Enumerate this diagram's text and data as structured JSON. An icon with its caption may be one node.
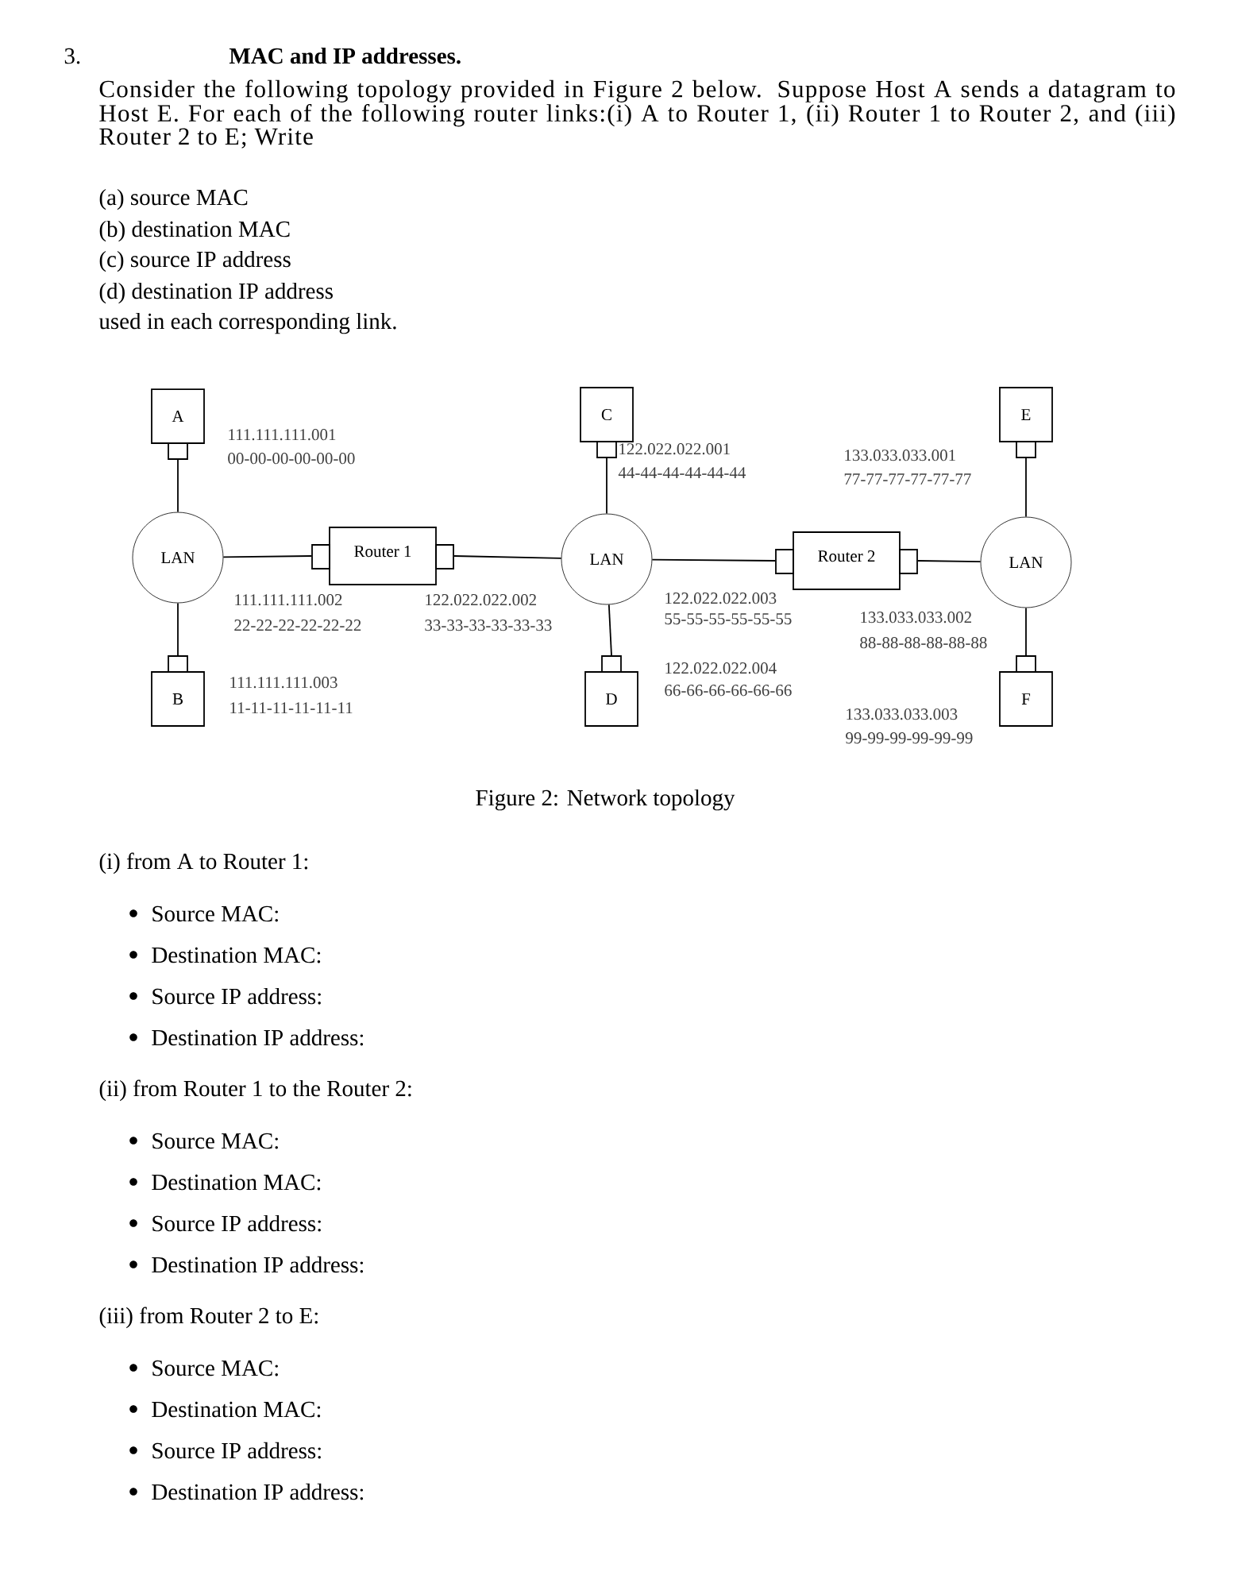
{
  "diagram": {
    "title": "MAC and IP addresses.",
    "caption": "Figure 2: Network topology",
    "nodes": [
      {
        "text": [
          "A"
        ],
        "beside": [
          "111.111.111.001",
          "00-00-00-00-00-00"
        ]
      },
      {
        "text": [
          "C"
        ],
        "beside": [
          "122.022.022.001",
          "44-44-44-44-44-44"
        ]
      },
      {
        "text": [
          "E"
        ],
        "beside": [
          "133.033.033.001",
          "77-77-77-77-77-77"
        ]
      },
      {
        "text": [
          "LAN"
        ]
      },
      {
        "text": [
          "Router 1"
        ],
        "beside": [
          "111.111.111.002",
          "22-22-22-22-22-22",
          "122.022.022.002",
          "33-33-33-33-33-33"
        ]
      },
      {
        "text": [
          "LAN"
        ]
      },
      {
        "text": [
          "Router 2"
        ],
        "beside": [
          "122.022.022.003",
          "55-55-55-55-55-55",
          "133.033.033.002",
          "88-88-88-88-88-88"
        ]
      },
      {
        "text": [
          "LAN"
        ]
      },
      {
        "text": [
          "B"
        ],
        "beside": [
          "111.111.111.003",
          "11-11-11-11-11-11"
        ]
      },
      {
        "text": [
          "D"
        ],
        "beside": [
          "122.022.022.004",
          "66-66-66-66-66-66"
        ]
      },
      {
        "text": [
          "F"
        ],
        "beside": [
          "133.033.033.003",
          "99-99-99-99-99-99"
        ]
      }
    ],
    "edges": [
      {
        "from": 0,
        "to": 3,
        "arrow": "none"
      },
      {
        "from": 8,
        "to": 3,
        "arrow": "none"
      },
      {
        "from": 3,
        "to": 4,
        "arrow": "none"
      },
      {
        "from": 4,
        "to": 5,
        "arrow": "none"
      },
      {
        "from": 1,
        "to": 5,
        "arrow": "none"
      },
      {
        "from": 9,
        "to": 5,
        "arrow": "none"
      },
      {
        "from": 5,
        "to": 6,
        "arrow": "none"
      },
      {
        "from": 6,
        "to": 7,
        "arrow": "none"
      },
      {
        "from": 2,
        "to": 7,
        "arrow": "none"
      },
      {
        "from": 10,
        "to": 7,
        "arrow": "none"
      }
    ],
    "labels": [
      "3.",
      "Consider the following topology provided in Figure 2 below. Suppose Host A sends a datagram to Host E. For each of the following router links:(i) A to Router 1, (ii) Router 1 to Router 2, and (iii) Router 2 to E; Write",
      "(a) source MAC",
      "(b) destination MAC",
      "(c) source IP address",
      "(d) destination IP address",
      "used in each corresponding link.",
      "(i) from A to Router 1:",
      "Source MAC:",
      "Destination MAC:",
      "Source IP address:",
      "Destination IP address:",
      "(ii) from Router 1 to the Router 2:",
      "Source MAC:",
      "Destination MAC:",
      "Source IP address:",
      "Destination IP address:",
      "(iii) from Router 2 to E:",
      "Source MAC:",
      "Destination MAC:",
      "Source IP address:",
      "Destination IP address:"
    ]
  }
}
